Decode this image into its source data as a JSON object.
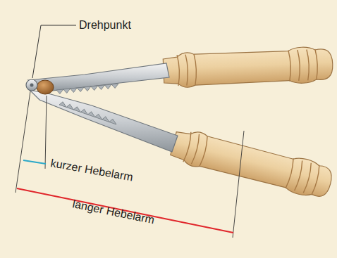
{
  "diagram": {
    "labels": [
      "Drehpunkt",
      "kurzer Hebelarm",
      "langer Hebelarm"
    ]
  }
}
